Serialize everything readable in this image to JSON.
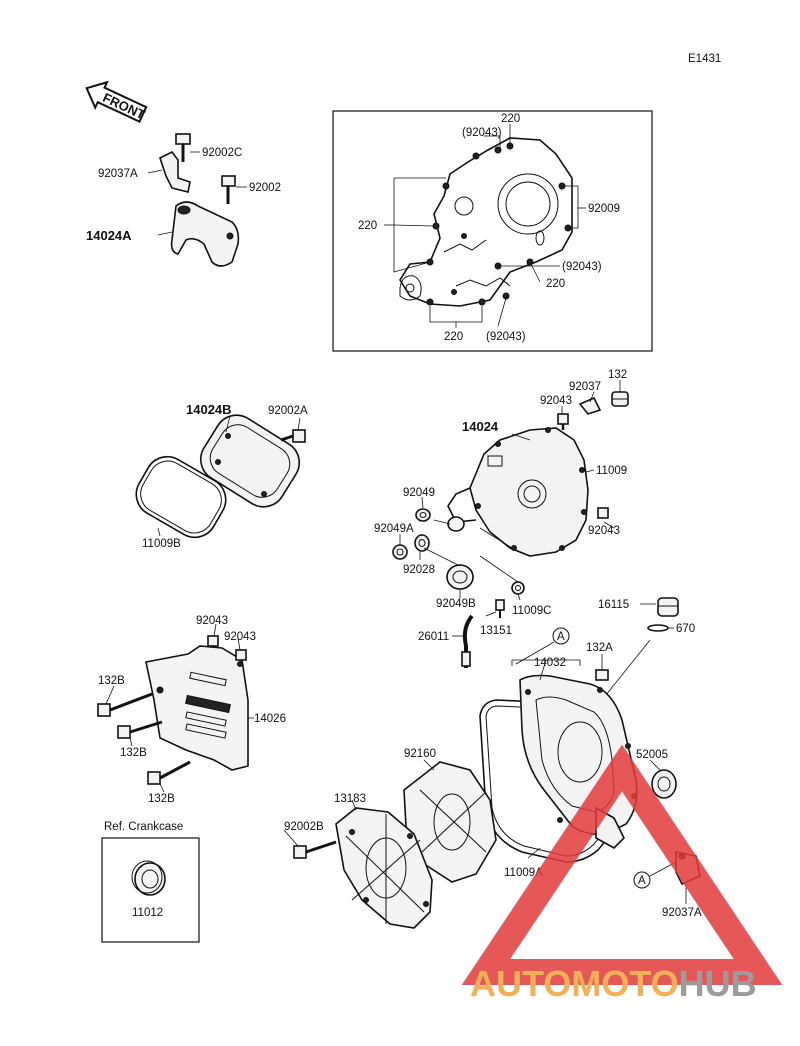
{
  "diagram_code": "E1431",
  "front_label": "FRONT",
  "ref_label": "Ref. Crankcase",
  "callout_a": "A",
  "watermark": "AUTOMOTOHUB",
  "colors": {
    "ink": "#111111",
    "watermark_orange": "#f2a33a",
    "watermark_red": "#e23b3b",
    "watermark_gray": "#8a8a8a"
  },
  "labels": {
    "p92002C": "92002C",
    "p92037A_top": "92037A",
    "p92002": "92002",
    "p14024A": "14024A",
    "i220_top": "220",
    "i92043_top": "(92043)",
    "i220_left": "220",
    "i92009": "92009",
    "i92043_right": "(92043)",
    "i220_right": "220",
    "i220_bottom": "220",
    "i92043_bottom": "(92043)",
    "p14024B": "14024B",
    "p92002A": "92002A",
    "p11009B": "11009B",
    "p132": "132",
    "p92037": "92037",
    "p92043_a": "92043",
    "p14024": "14024",
    "p11009": "11009",
    "p92049": "92049",
    "p92043_b": "92043",
    "p92049A": "92049A",
    "p92028": "92028",
    "p92049B": "92049B",
    "p11009C": "11009C",
    "p16115": "16115",
    "p670": "670",
    "p26011": "26011",
    "p13151": "13151",
    "p14032": "14032",
    "p132A": "132A",
    "p92043_c": "92043",
    "p92043_d": "92043",
    "p132B_a": "132B",
    "p14026": "14026",
    "p132B_b": "132B",
    "p132B_c": "132B",
    "p92160": "92160",
    "p52005": "52005",
    "p13183": "13183",
    "p92002B": "92002B",
    "p11009A": "11009A",
    "p11012": "11012",
    "p92037A_bottom": "92037A"
  }
}
